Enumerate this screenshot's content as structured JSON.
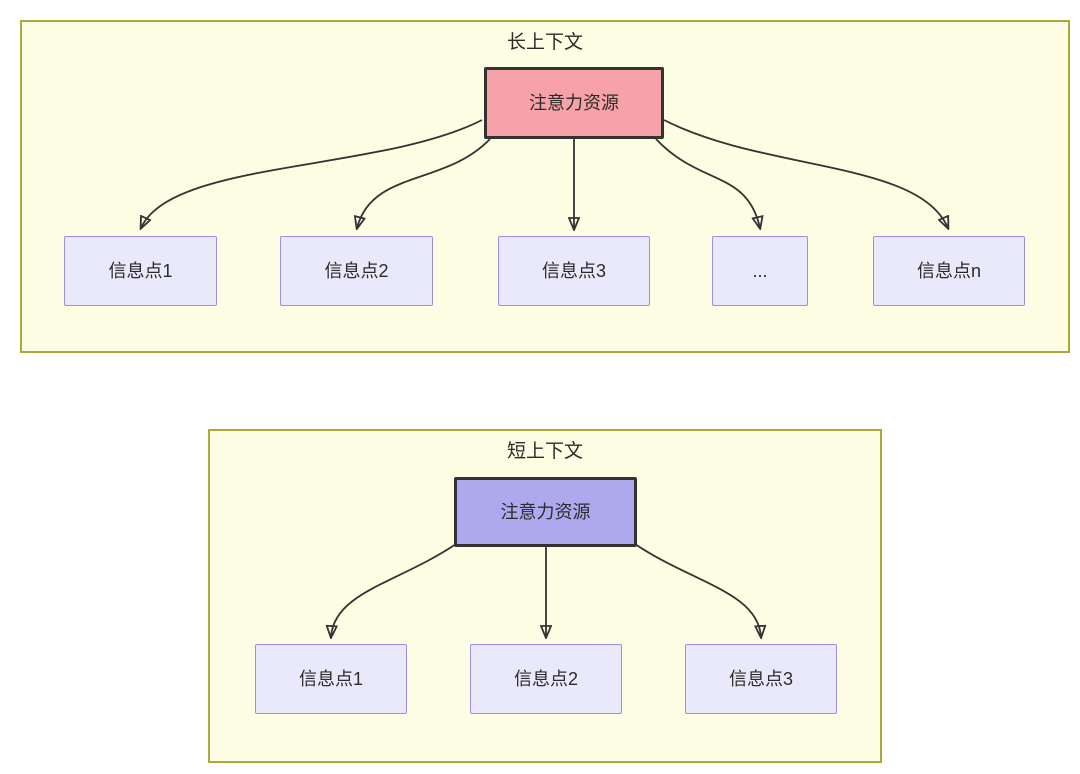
{
  "colors": {
    "panel_bg": "#FDFDE3",
    "panel_border": "#A9A93C",
    "attention_long_bg": "#F6A2A8",
    "attention_short_bg": "#AEA9EF",
    "node_border_dark": "#333333",
    "info_bg": "#EAE8FB",
    "info_border": "#9C90DC",
    "arrow_color": "#333333",
    "text_color": "#2B2B2B"
  },
  "panels": [
    {
      "title": "长上下文",
      "attention_label": "注意力资源",
      "items": [
        {
          "label": "信息点1"
        },
        {
          "label": "信息点2"
        },
        {
          "label": "信息点3"
        },
        {
          "label": "..."
        },
        {
          "label": "信息点n"
        }
      ]
    },
    {
      "title": "短上下文",
      "attention_label": "注意力资源",
      "items": [
        {
          "label": "信息点1"
        },
        {
          "label": "信息点2"
        },
        {
          "label": "信息点3"
        }
      ]
    }
  ]
}
